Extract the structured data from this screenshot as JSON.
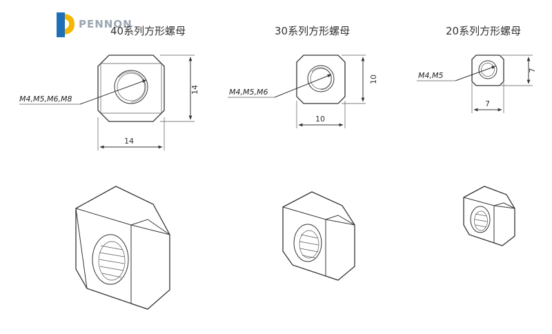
{
  "logo": {
    "text": "PENNON",
    "colors": {
      "blue": "#1e6fb8",
      "yellow": "#f2b705",
      "gray": "#9aa6b2"
    }
  },
  "series": [
    {
      "title": "40系列方形螺母",
      "thread_label": "M4,M5,M6,M8",
      "width_label": "14",
      "height_label": "14"
    },
    {
      "title": "30系列方形螺母",
      "thread_label": "M4,M5,M6",
      "width_label": "10",
      "height_label": "10"
    },
    {
      "title": "20系列方形螺母",
      "thread_label": "M4,M5",
      "width_label": "7",
      "height_label": "7"
    }
  ]
}
